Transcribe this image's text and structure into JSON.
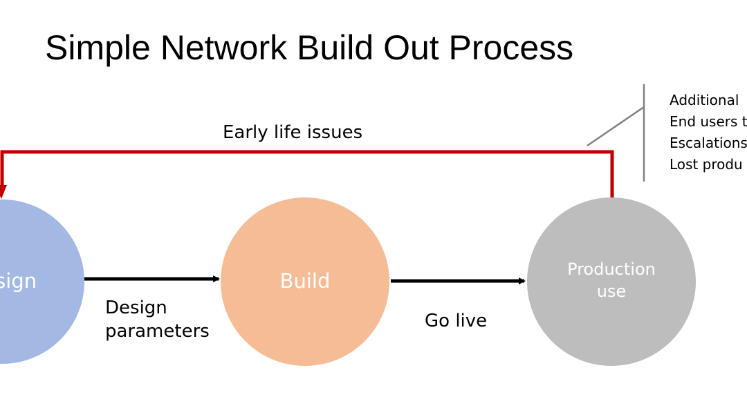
{
  "title": "Simple Network Build Out Process",
  "nodes": {
    "design": {
      "label": "Design",
      "color": "#A3B9E3"
    },
    "build": {
      "label": "Build",
      "color": "#F5BC96"
    },
    "production": {
      "label_line1": "Production",
      "label_line2": "use",
      "color": "#BDBDBD"
    }
  },
  "edges": {
    "design_to_build": {
      "label_line1": "Design",
      "label_line2": "parameters"
    },
    "build_to_production": {
      "label": "Go live"
    },
    "feedback": {
      "label": "Early life issues",
      "color": "#C00000"
    }
  },
  "callout": {
    "items": [
      "Additional",
      "End users t",
      "Escalations",
      "Lost produ"
    ]
  }
}
